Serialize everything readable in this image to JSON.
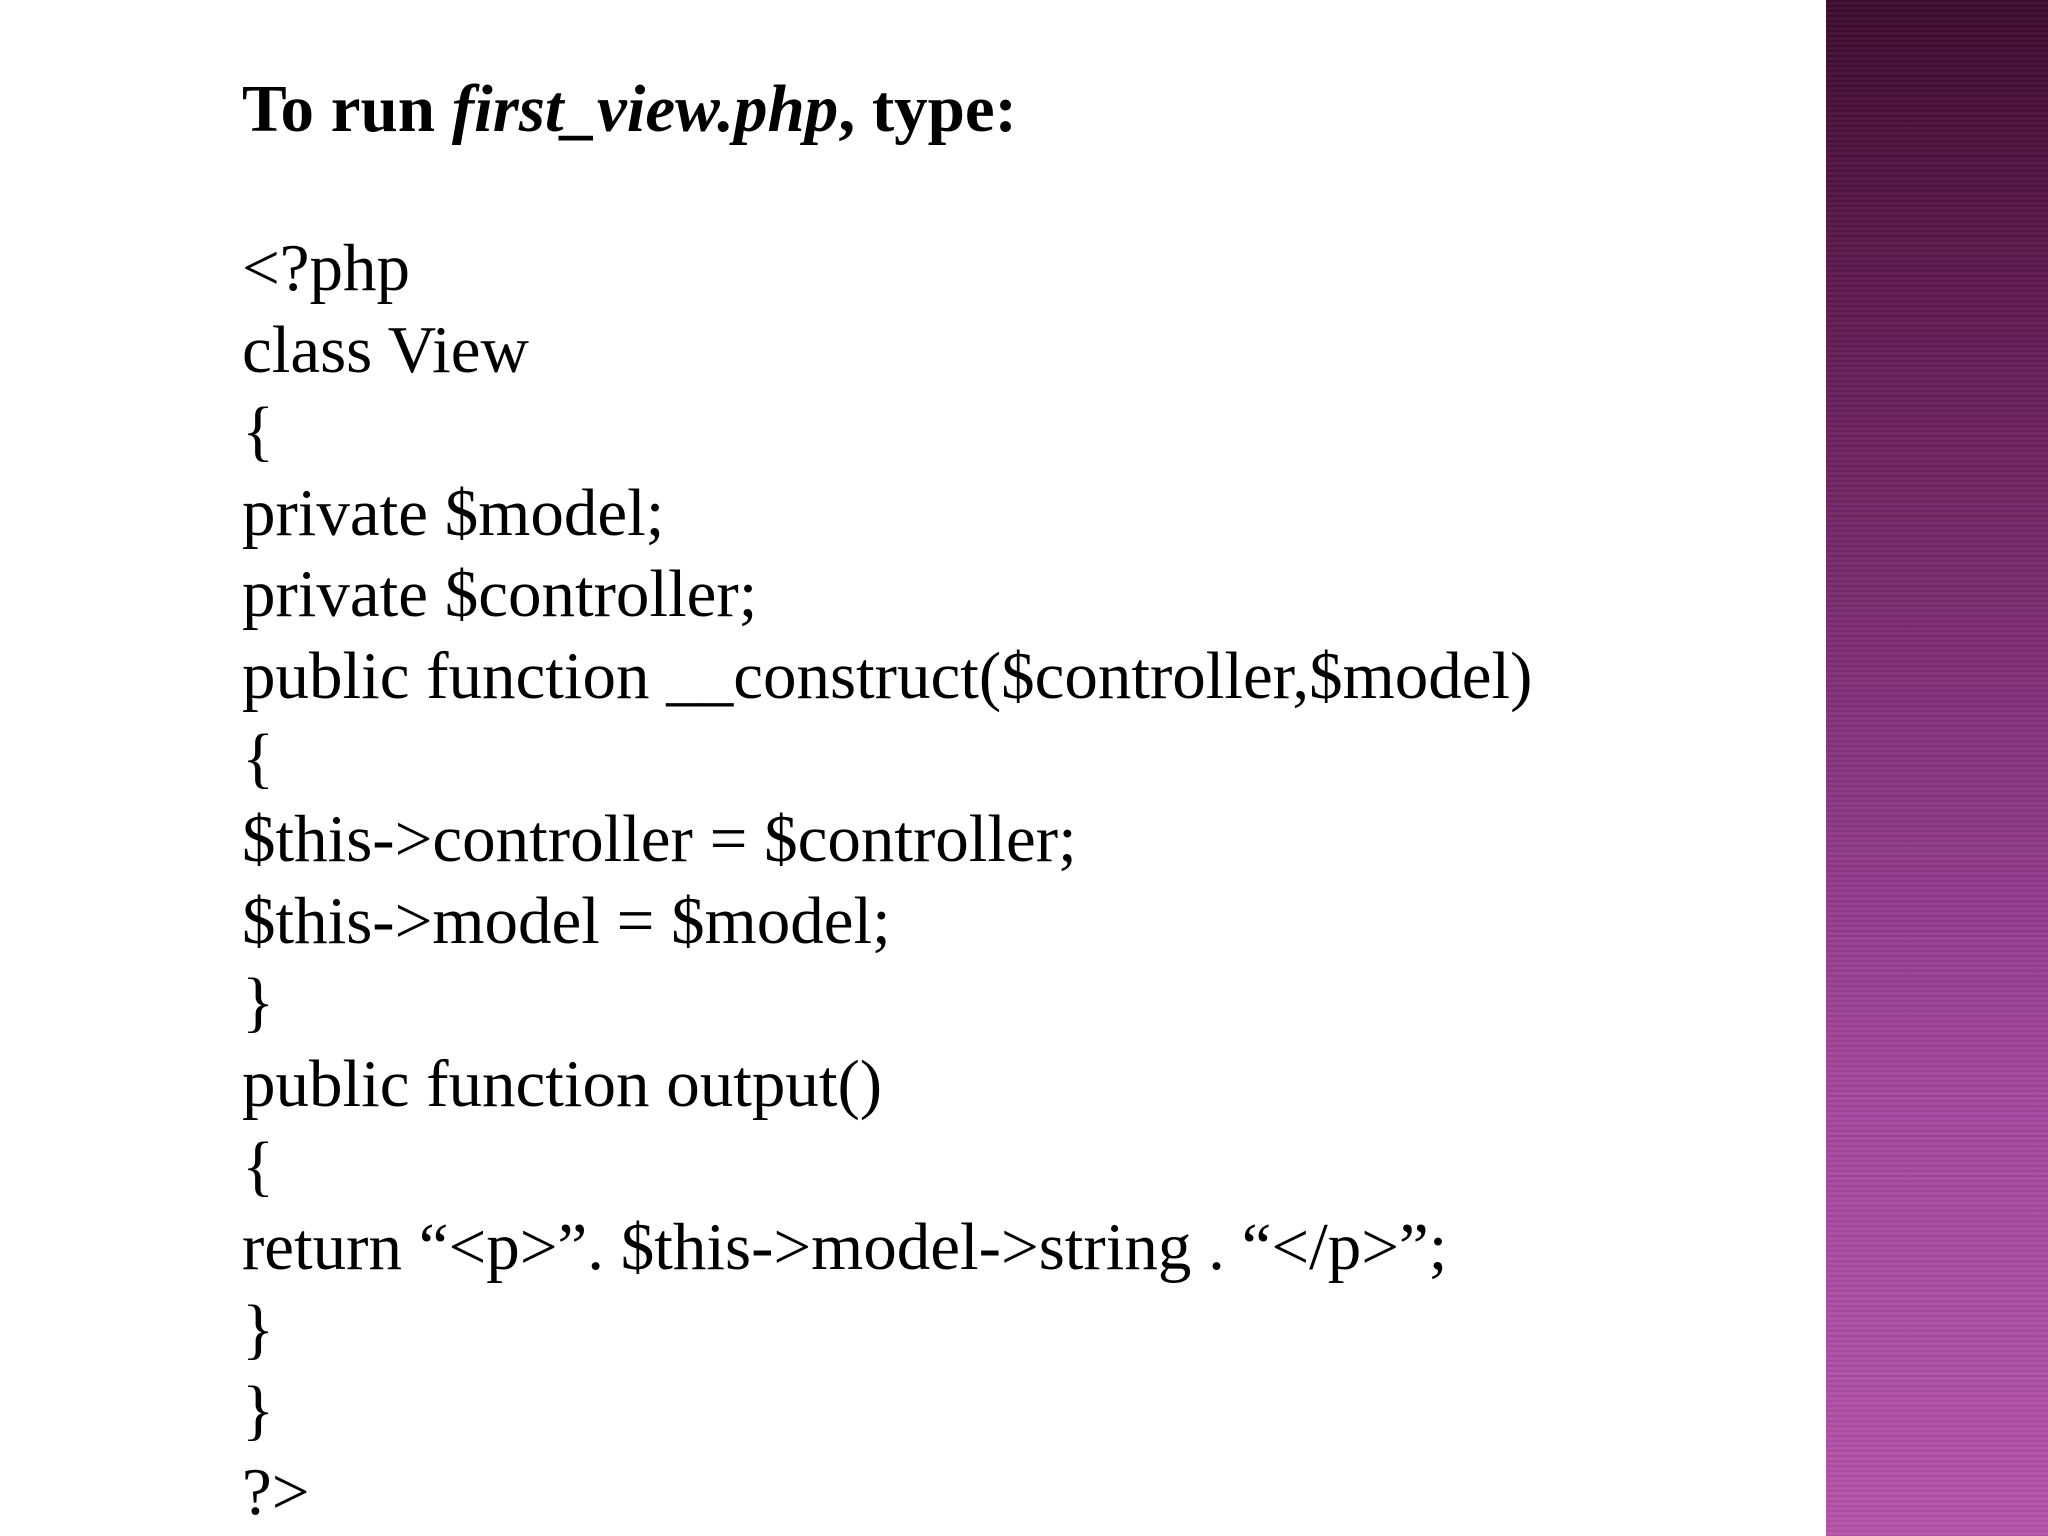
{
  "heading": {
    "prefix": "To run ",
    "filename": "first_view.php",
    "suffix": ", type:"
  },
  "code_lines": [
    "<?php",
    "class View",
    "{",
    "private $model;",
    "private $controller;",
    "public function __construct($controller,$model)",
    "{",
    "$this->controller = $controller;",
    "$this->model = $model;",
    "}",
    "public function output()",
    "{",
    "return “<p>”. $this->model->string . “</p>”;",
    "}",
    "}",
    "?>"
  ],
  "colors": {
    "background": "#ffffff",
    "text": "#000000",
    "band_top": "#3e0b2e",
    "band_bottom": "#b653aa"
  }
}
